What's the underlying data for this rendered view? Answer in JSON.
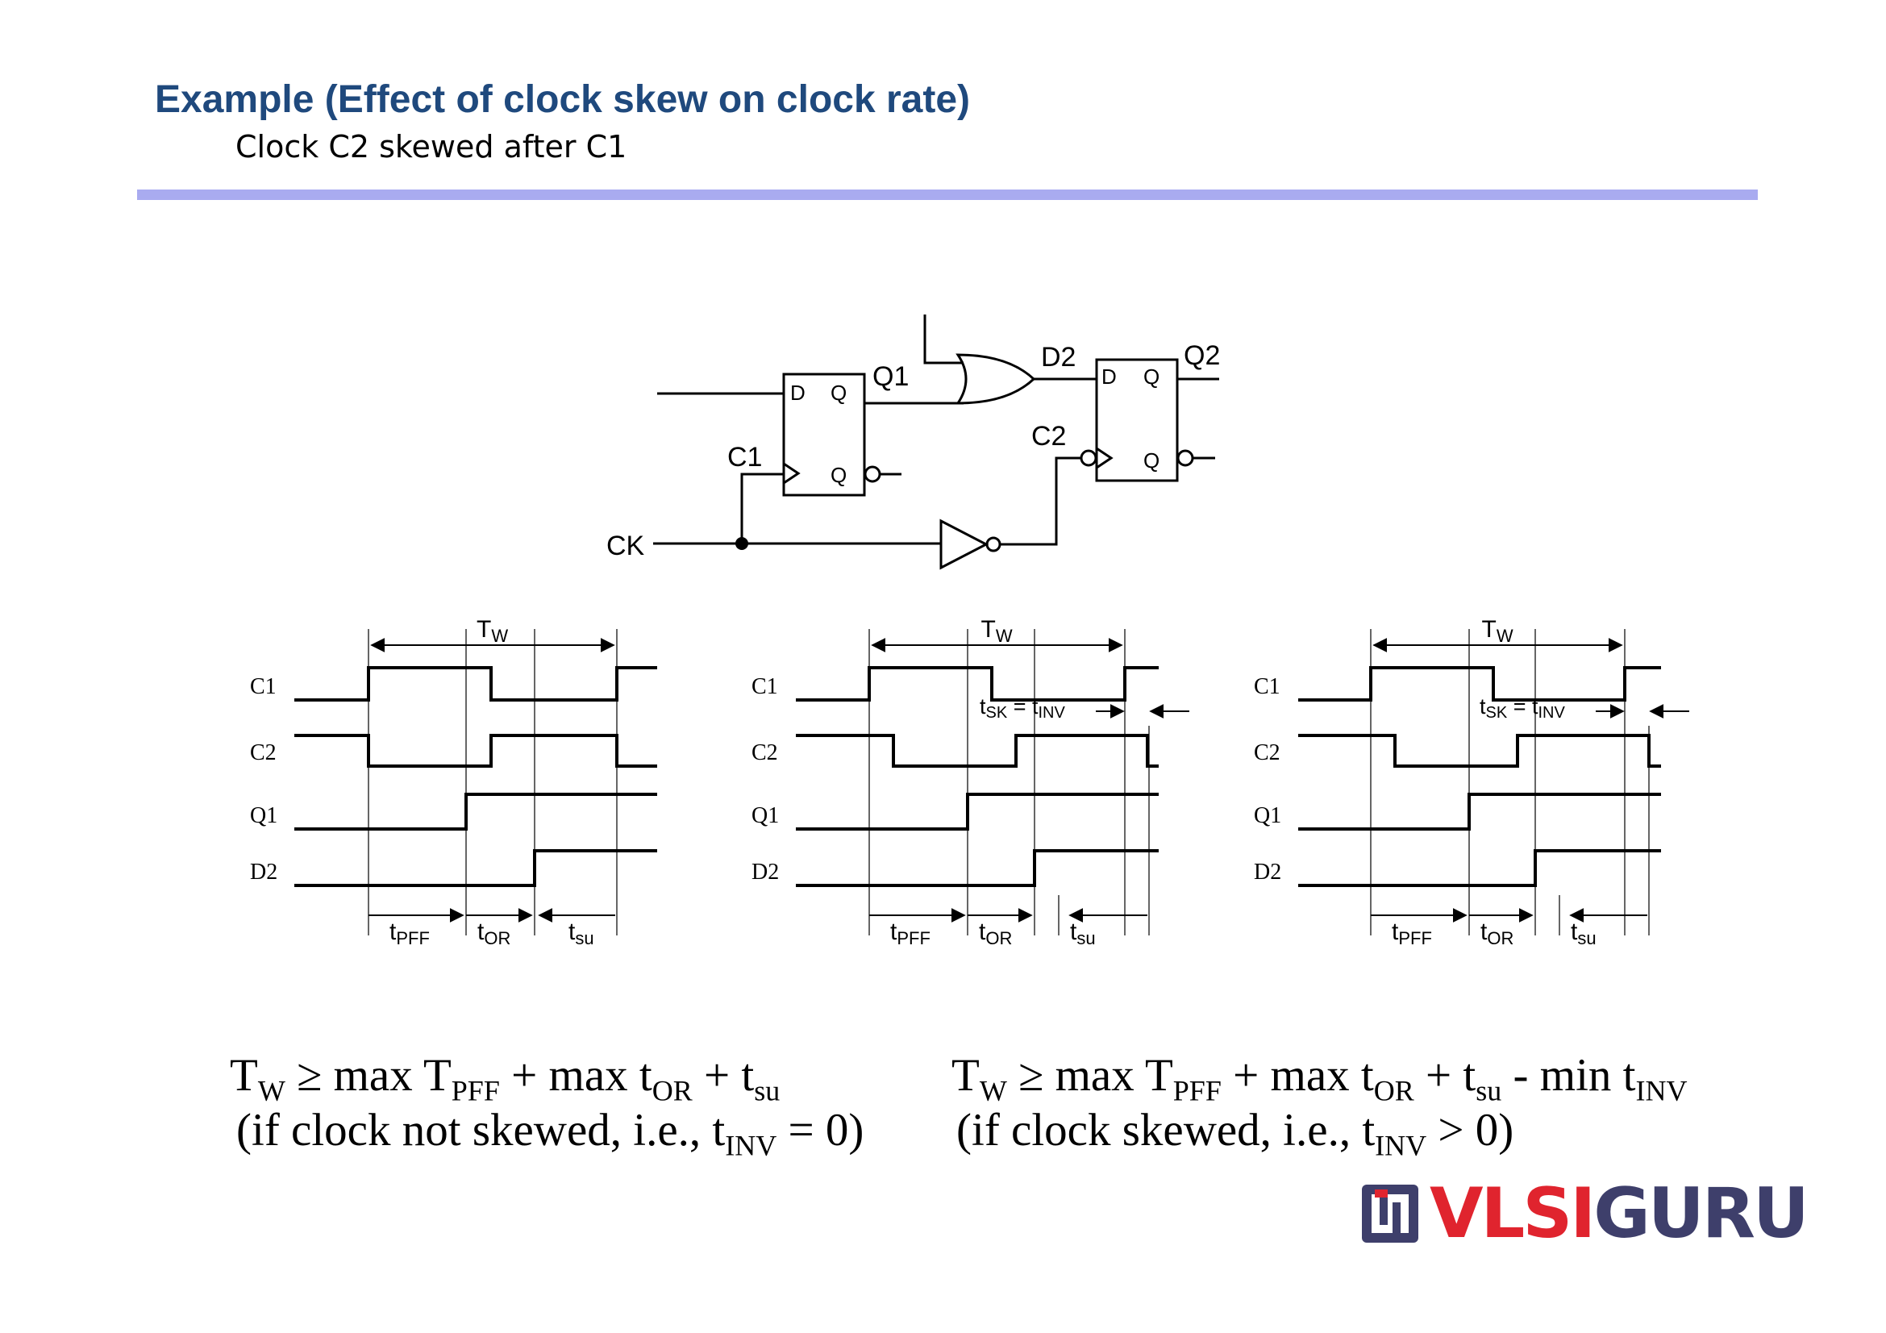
{
  "slide": {
    "title": "Example (Effect of clock skew on clock rate)",
    "subtitle": "Clock C2 skewed after C1",
    "rule_color": "#a9abf0",
    "title_color": "#1f497d"
  },
  "circuit": {
    "labels": {
      "ck": "CK",
      "c1": "C1",
      "c2": "C2",
      "q1": "Q1",
      "d2": "D2",
      "q2": "Q2",
      "ff_d": "D",
      "ff_q": "Q",
      "ff_qbar": "Q"
    }
  },
  "timing": {
    "signals": [
      "C1",
      "C2",
      "Q1",
      "D2"
    ],
    "period_label": "T",
    "period_sub": "W",
    "skew_label_main": "t",
    "skew_sub1": "SK",
    "skew_eq": " = t",
    "skew_sub2": "INV",
    "delay_labels": [
      {
        "main": "t",
        "sub": "PFF"
      },
      {
        "main": "t",
        "sub": "OR"
      },
      {
        "main": "t",
        "sub": "su"
      }
    ]
  },
  "formulas": {
    "left": {
      "T": "T",
      "W": "W",
      "ge_max": " ≥ max T",
      "PFF": "PFF",
      "plus_max": " + max t",
      "OR": "OR",
      "plus": " + t",
      "su": "su",
      "note_a": "(if clock not skewed, i.e., t",
      "INV": "INV",
      "note_b": " = 0)"
    },
    "right": {
      "T": "T",
      "W": "W",
      "ge_max": " ≥ max T",
      "PFF": "PFF",
      "plus_max": " + max t",
      "OR": "OR",
      "plus": " + t",
      "su": "su",
      "minus_min": " - min t",
      "INV": "INV",
      "note_a": "(if clock skewed, i.e., t",
      "INV2": "INV",
      "note_b": " > 0)"
    }
  },
  "logo": {
    "part_a": "VLSI",
    "part_b": "GURU",
    "color_a": "#e0242e",
    "color_b": "#3e3f6b",
    "icon": "vlsiguru-logo-icon"
  }
}
